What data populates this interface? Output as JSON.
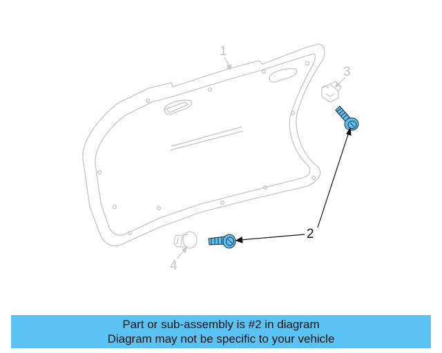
{
  "diagram": {
    "callouts": [
      {
        "id": "1",
        "label": "1"
      },
      {
        "id": "2",
        "label": "2"
      },
      {
        "id": "3",
        "label": "3"
      },
      {
        "id": "4",
        "label": "4"
      }
    ],
    "highlighted_part": "2",
    "colors": {
      "faded_line": "#c8c8c8",
      "faded_text": "#c4c4c4",
      "highlight_fill": "#5bc2f4",
      "highlight_stroke": "#1c2a36",
      "leader": "#111111"
    }
  },
  "banner": {
    "line1": "Part or sub-assembly is #2 in diagram",
    "line2": "Diagram may not be specific to your vehicle",
    "background": "#5bc2f4"
  }
}
